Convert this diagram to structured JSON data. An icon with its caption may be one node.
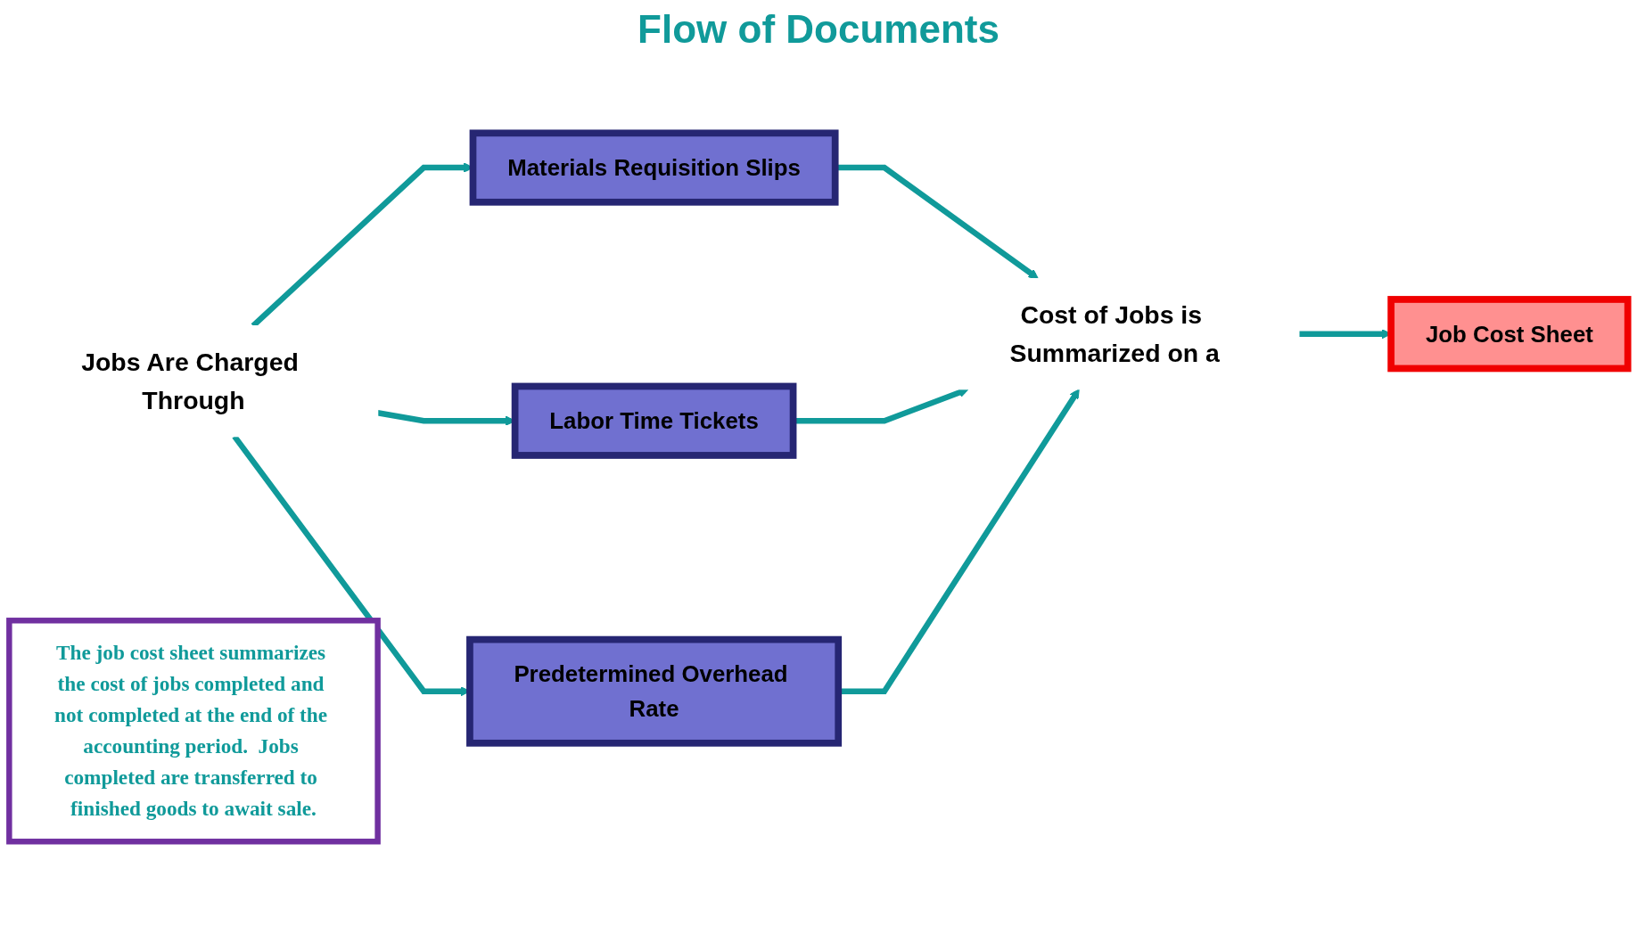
{
  "diagram": {
    "title": "Flow of Documents",
    "nodes": [
      {
        "text": [
          "Jobs Are Charged Through"
        ]
      },
      {
        "text": [
          "Materials Requisition Slips"
        ]
      },
      {
        "text": [
          "Labor Time Tickets"
        ]
      },
      {
        "text": [
          "Predetermined Overhead Rate"
        ]
      },
      {
        "text": [
          "Cost of Jobs is Summarized on a"
        ]
      },
      {
        "text": [
          "Job Cost Sheet"
        ]
      },
      {
        "text": [
          "The job cost sheet summarizes the cost of jobs completed and not completed at the end of the accounting period.  Jobs completed are transferred to finished goods to await sale."
        ]
      }
    ],
    "edges": [
      {
        "from": 0,
        "to": 1,
        "arrow": "to"
      },
      {
        "from": 0,
        "to": 2,
        "arrow": "to"
      },
      {
        "from": 0,
        "to": 3,
        "arrow": "to"
      },
      {
        "from": 1,
        "to": 4,
        "arrow": "to"
      },
      {
        "from": 2,
        "to": 4,
        "arrow": "to"
      },
      {
        "from": 3,
        "to": 4,
        "arrow": "to"
      },
      {
        "from": 4,
        "to": 5,
        "arrow": "to"
      }
    ]
  }
}
